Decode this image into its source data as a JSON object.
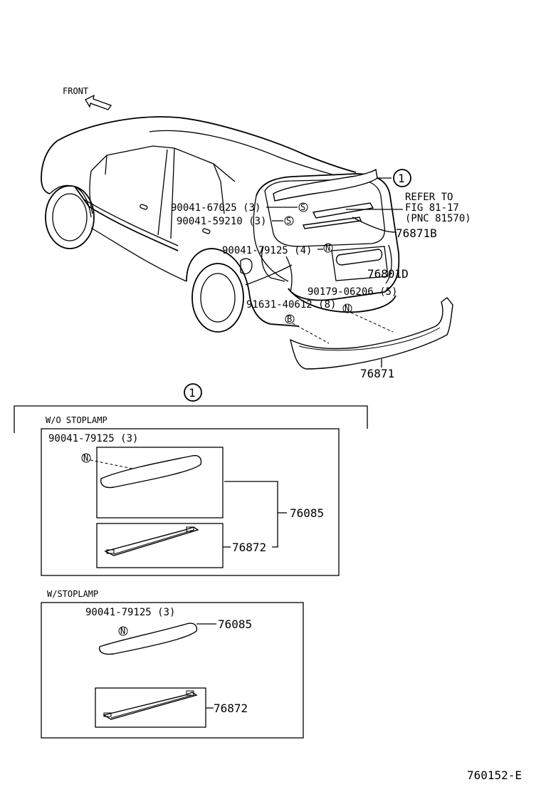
{
  "front_label": "FRONT",
  "callout_symbol": "1",
  "refer": {
    "line1": "REFER TO",
    "line2": "FIG 81-17",
    "line3": "(PNC 81570)"
  },
  "main_labels": {
    "screw_67025": "90041-67025 (3)",
    "screw_59210": "90041-59210 (3)",
    "clip_79125": "90041-79125 (4)",
    "clip_06206": "90179-06206 (5)",
    "nut_40612": "91631-40612 (8)",
    "part_76871B": "76871B",
    "part_76801D": "76801D",
    "part_76871": "76871"
  },
  "fastener_marks": {
    "s": "S",
    "n": "N",
    "b": "B"
  },
  "section_without": {
    "title": "W/O STOPLAMP",
    "clip": "90041-79125 (3)",
    "assembly": "76085",
    "seal": "76872"
  },
  "section_with": {
    "title": "W/STOPLAMP",
    "clip": "90041-79125 (3)",
    "spoiler": "76085",
    "seal": "76872"
  },
  "figure_code": "760152-E"
}
